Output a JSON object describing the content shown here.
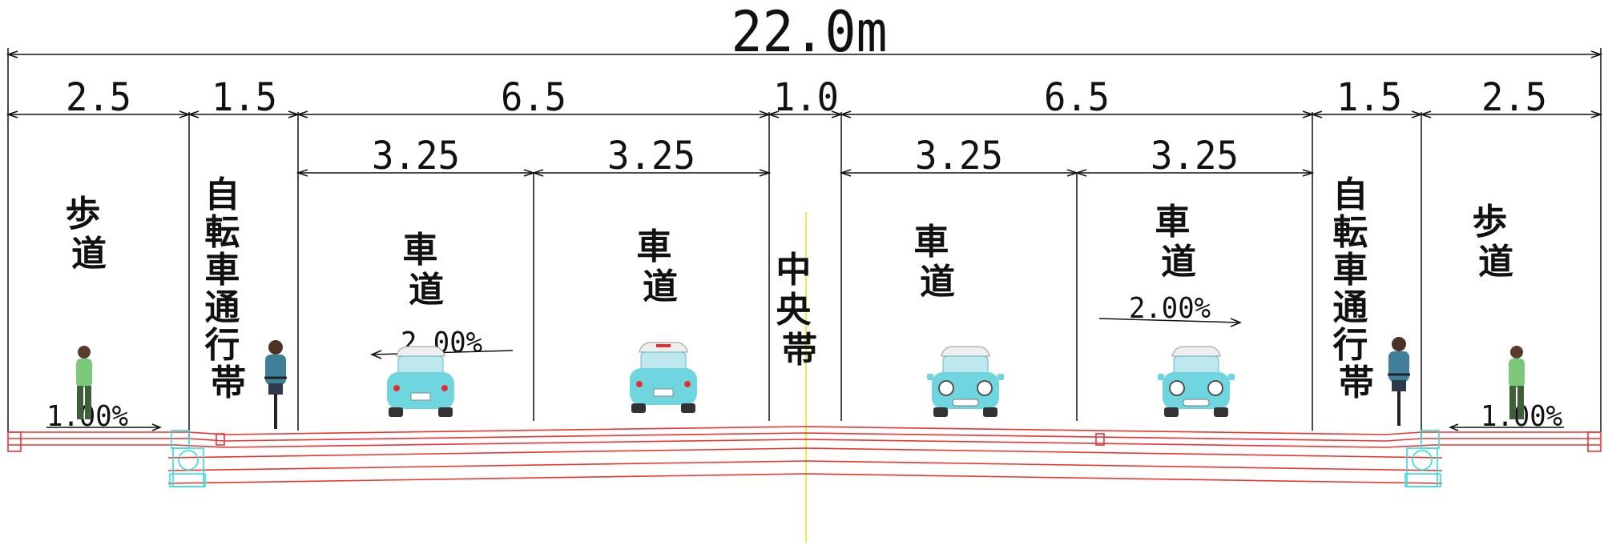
{
  "title": "道路横断図",
  "total_width": "22.0m",
  "width_dims": [
    "2.5",
    "1.5",
    "6.5",
    "1.0",
    "6.5",
    "1.5",
    "2.5"
  ],
  "lane_dims": [
    "3.25",
    "3.25",
    "3.25",
    "3.25"
  ],
  "labels": {
    "sidewalk_left": [
      "歩",
      "道"
    ],
    "bike_left": [
      "自",
      "転",
      "車",
      "通",
      "行",
      "帯"
    ],
    "lane1": [
      "車",
      "道"
    ],
    "lane2": [
      "車",
      "道"
    ],
    "median": [
      "中",
      "央",
      "帯"
    ],
    "lane3": [
      "車",
      "道"
    ],
    "lane4": [
      "車",
      "道"
    ],
    "bike_right": [
      "自",
      "転",
      "車",
      "通",
      "行",
      "帯"
    ],
    "sidewalk_right": [
      "歩",
      "道"
    ]
  },
  "slopes": {
    "sidewalk_left": "1.00%",
    "lane_left": "2.00%",
    "lane_right": "2.00%",
    "sidewalk_right": "1.00%"
  },
  "colors": {
    "line": "#111111",
    "pavement": "#ee3333",
    "curb": "#33dddd",
    "centerline": "#eeee44",
    "car_body": "#6fd6e0",
    "pedestrian_shirt": "#7cc97c",
    "cyclist_shirt": "#3f7f9a"
  },
  "icons": [
    "pedestrian-icon",
    "cyclist-icon",
    "car-rear-icon",
    "car-front-icon"
  ]
}
